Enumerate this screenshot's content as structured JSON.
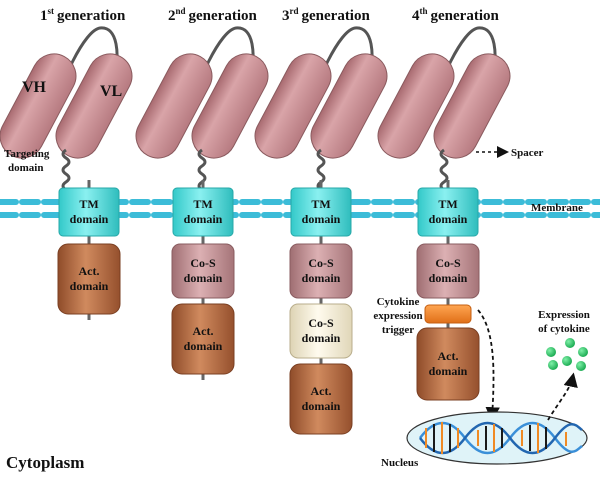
{
  "generations": [
    {
      "ordinal": "1",
      "suffix": "st",
      "word": "generation"
    },
    {
      "ordinal": "2",
      "suffix": "nd",
      "word": "generation"
    },
    {
      "ordinal": "3",
      "suffix": "rd",
      "word": "generation"
    },
    {
      "ordinal": "4",
      "suffix": "th",
      "word": "generation"
    }
  ],
  "labels": {
    "vh": "VH",
    "vl": "VL",
    "targeting_1": "Targeting",
    "targeting_2": "domain",
    "spacer": "Spacer",
    "membrane": "Membrane",
    "tm_1": "TM",
    "tm_2": "domain",
    "act_1": "Act.",
    "act_2": "domain",
    "cos_1": "Co-S",
    "cos_2": "domain",
    "trigger_1": "Cytokine",
    "trigger_2": "expression",
    "trigger_3": "trigger",
    "expr_1": "Expression",
    "expr_2": "of cytokine",
    "nucleus": "Nucleus",
    "cytoplasm": "Cytoplasm"
  },
  "colors": {
    "scfv": "#c98d92",
    "tm": "#4fdcdc",
    "act": "#b8683e",
    "cos": "#c08e92",
    "cos_third": "#f7f0d8",
    "trigger": "#f58a2c",
    "membrane": "#3cbcd8",
    "cytokine": "#2fc86a",
    "nucleus_fill": "#dff3f8"
  }
}
